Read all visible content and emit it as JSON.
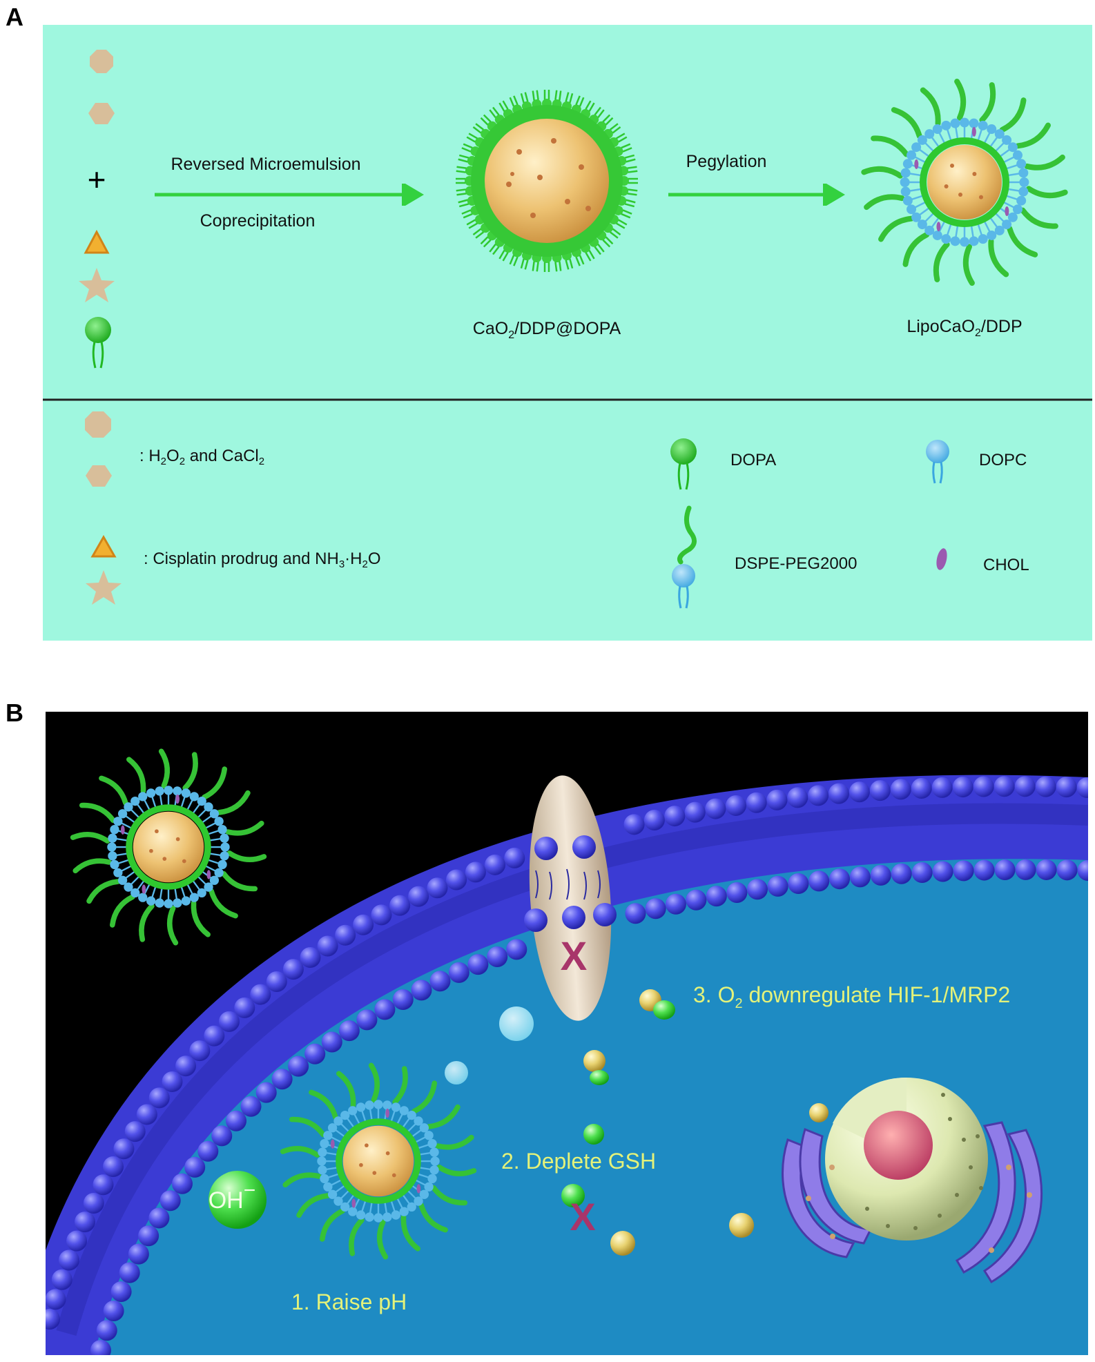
{
  "panel_a": {
    "letter": "A",
    "arrow1_top": "Reversed Microemulsion",
    "arrow1_bottom": "Coprecipitation",
    "arrow2_top": "Pegylation",
    "plus": "+",
    "product1": {
      "main": "CaO",
      "sub": "2",
      "rest": "/DDP@DOPA"
    },
    "product2": {
      "main": "LipoCaO",
      "sub": "2",
      "rest": "/DDP"
    },
    "legend": {
      "h2o2_prefix": ":  H",
      "h2o2_sub1": "2",
      "h2o2_mid": "O",
      "h2o2_sub2": "2",
      "h2o2_rest": " and CaCl",
      "h2o2_sub3": "2",
      "cis_prefix": ":  Cisplatin prodrug and NH",
      "cis_sub1": "3",
      "cis_mid": "·H",
      "cis_sub2": "2",
      "cis_rest": "O",
      "dopa": "DOPA",
      "dopc": "DOPC",
      "dspe": "DSPE-PEG2000",
      "chol": "CHOL"
    }
  },
  "panel_b": {
    "letter": "B",
    "step1": "1. Raise pH",
    "step2": "2. Deplete GSH",
    "step3_a": "3. O",
    "step3_sub": "2",
    "step3_b": " downregulate HIF-1/MRP2",
    "oh": "OH",
    "oh_sup": "−",
    "x_mark": "X"
  },
  "colors": {
    "panel_a_bg": "#9ff7df",
    "core": "#e8b961",
    "dopa_green": "#2fc82f",
    "dopc_blue": "#5ab8e8",
    "chol_purple": "#9b5ab0",
    "membrane_blue": "#4f4fe0",
    "cytoplasm": "#1e8bc3",
    "label_yellow": "#e4f27a"
  }
}
